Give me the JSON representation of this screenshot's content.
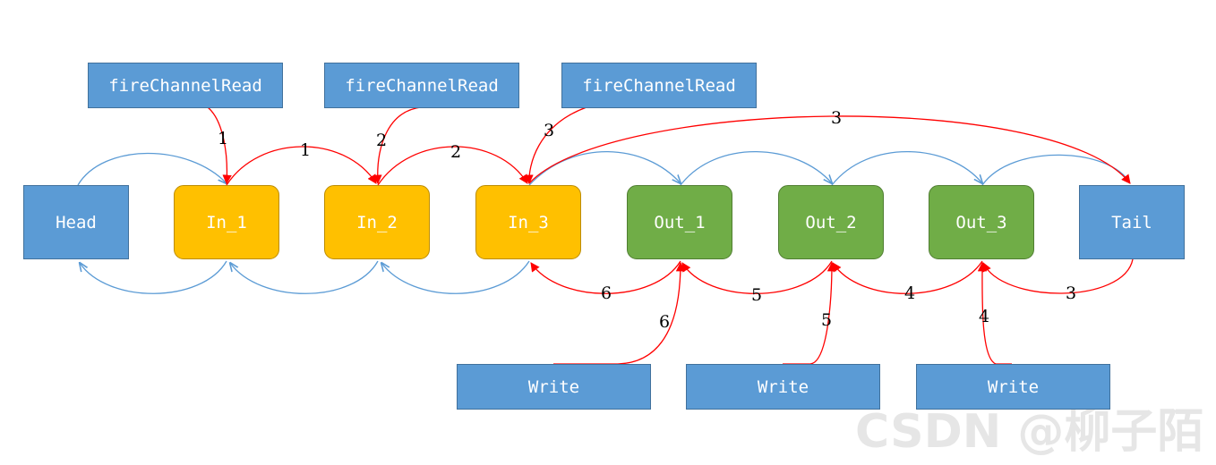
{
  "nodes": {
    "fire1": "fireChannelRead",
    "fire2": "fireChannelRead",
    "fire3": "fireChannelRead",
    "head": "Head",
    "in1": "In_1",
    "in2": "In_2",
    "in3": "In_3",
    "out1": "Out_1",
    "out2": "Out_2",
    "out3": "Out_3",
    "tail": "Tail",
    "write1": "Write",
    "write2": "Write",
    "write3": "Write"
  },
  "labels": {
    "l_f1": "1",
    "l_in1_in2": "1",
    "l_f2": "2",
    "l_in2_in3": "2",
    "l_f3": "3",
    "l_in3_tail": "3",
    "l_tail_out3": "3",
    "l_out3_out2": "4",
    "l_w3": "4",
    "l_out2_out1": "5",
    "l_w2": "5",
    "l_out1_in3": "6",
    "l_w1": "6"
  },
  "watermark": "CSDN @柳子陌",
  "colors": {
    "blue_fill": "#5b9bd5",
    "yellow_fill": "#ffc000",
    "green_fill": "#70ad47",
    "blue_link": "#5b9bd5",
    "red_link": "#ff0000"
  }
}
